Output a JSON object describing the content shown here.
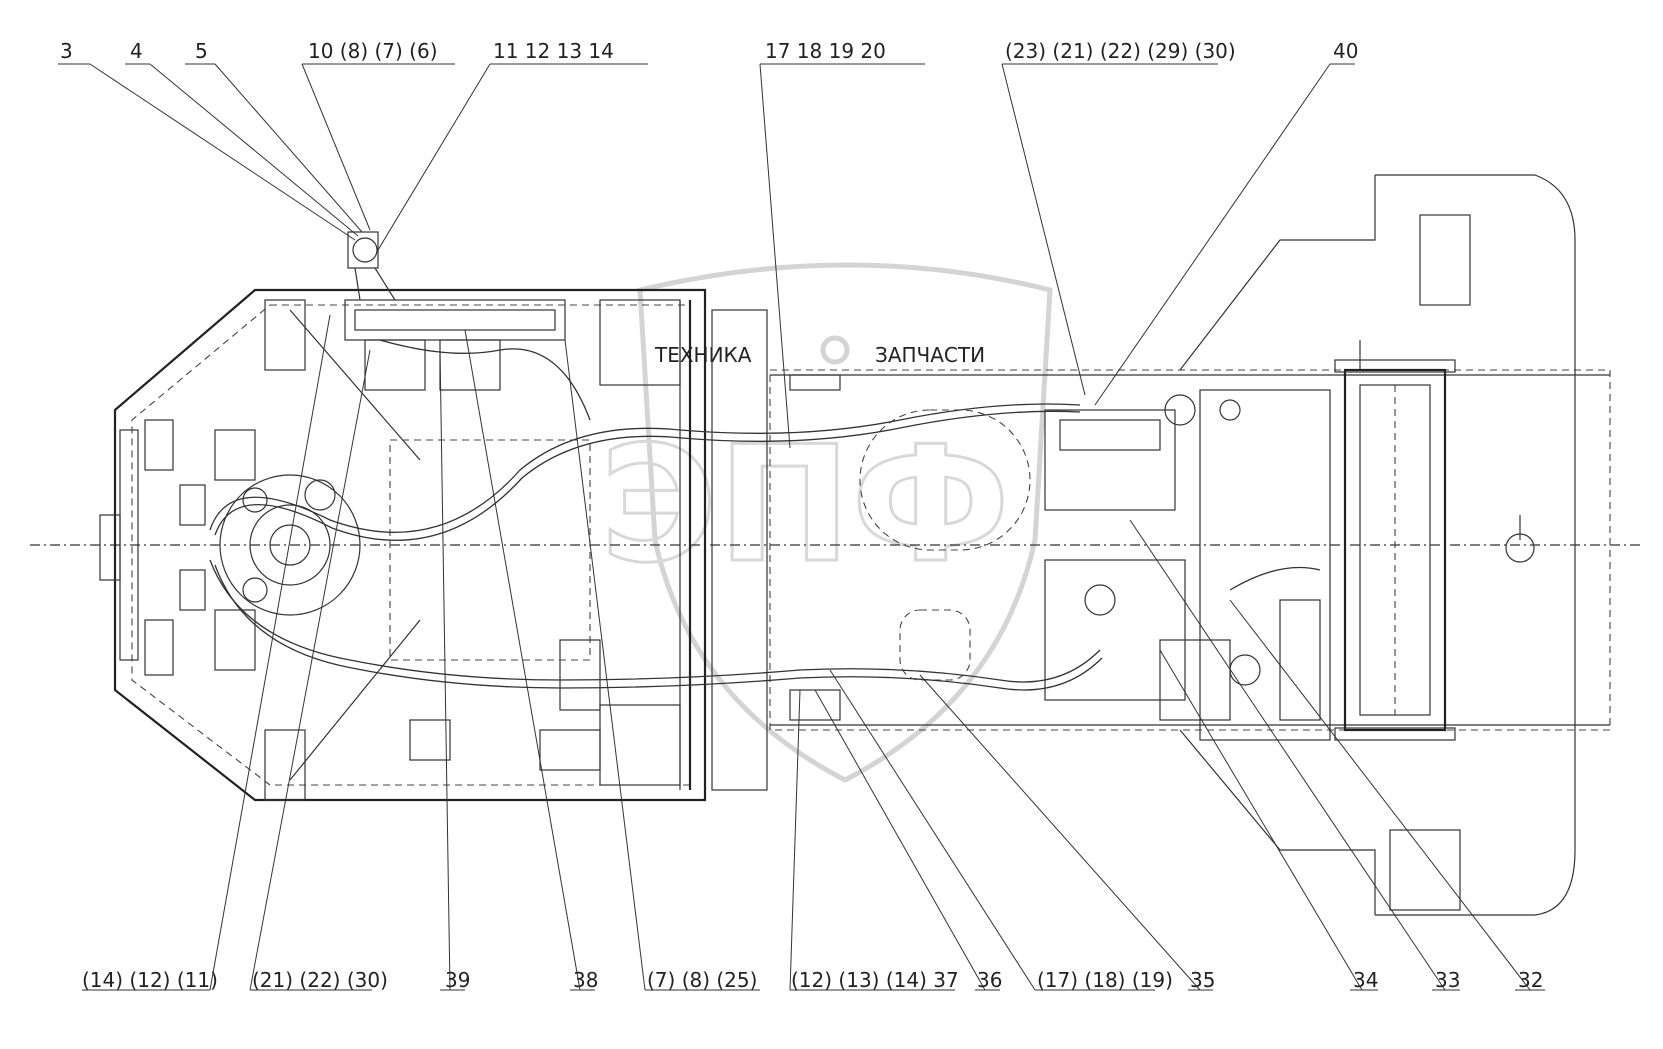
{
  "watermark": {
    "left_text": "ТЕХНИКА",
    "right_text": "ЗАПЧАСТИ",
    "logo_text": "ЭПФ"
  },
  "callouts_top": [
    {
      "id": "top-3",
      "text": "3"
    },
    {
      "id": "top-4",
      "text": "4"
    },
    {
      "id": "top-5",
      "text": "5"
    },
    {
      "id": "top-10-8-7-6",
      "text": "10  (8)  (7)  (6)"
    },
    {
      "id": "top-11-12-13-14",
      "text": "11  12  13  14"
    },
    {
      "id": "top-17-18-19-20",
      "text": "17  18  19  20"
    },
    {
      "id": "top-23-21-22-29-30",
      "text": "(23) (21) (22) (29) (30)"
    },
    {
      "id": "top-40",
      "text": "40"
    }
  ],
  "callouts_bottom": [
    {
      "id": "bot-14-12-11",
      "text": "(14)  (12)  (11)"
    },
    {
      "id": "bot-21-22-30",
      "text": "(21)  (22)  (30)"
    },
    {
      "id": "bot-39",
      "text": "39"
    },
    {
      "id": "bot-38",
      "text": "38"
    },
    {
      "id": "bot-7-8-25",
      "text": "(7)  (8)  (25)"
    },
    {
      "id": "bot-12-13-14-37",
      "text": "(12)  (13)  (14)  37"
    },
    {
      "id": "bot-36",
      "text": "36"
    },
    {
      "id": "bot-17-18-19",
      "text": "(17)  (18)  (19)"
    },
    {
      "id": "bot-35",
      "text": "35"
    },
    {
      "id": "bot-34",
      "text": "34"
    },
    {
      "id": "bot-33",
      "text": "33"
    },
    {
      "id": "bot-32",
      "text": "32"
    }
  ]
}
